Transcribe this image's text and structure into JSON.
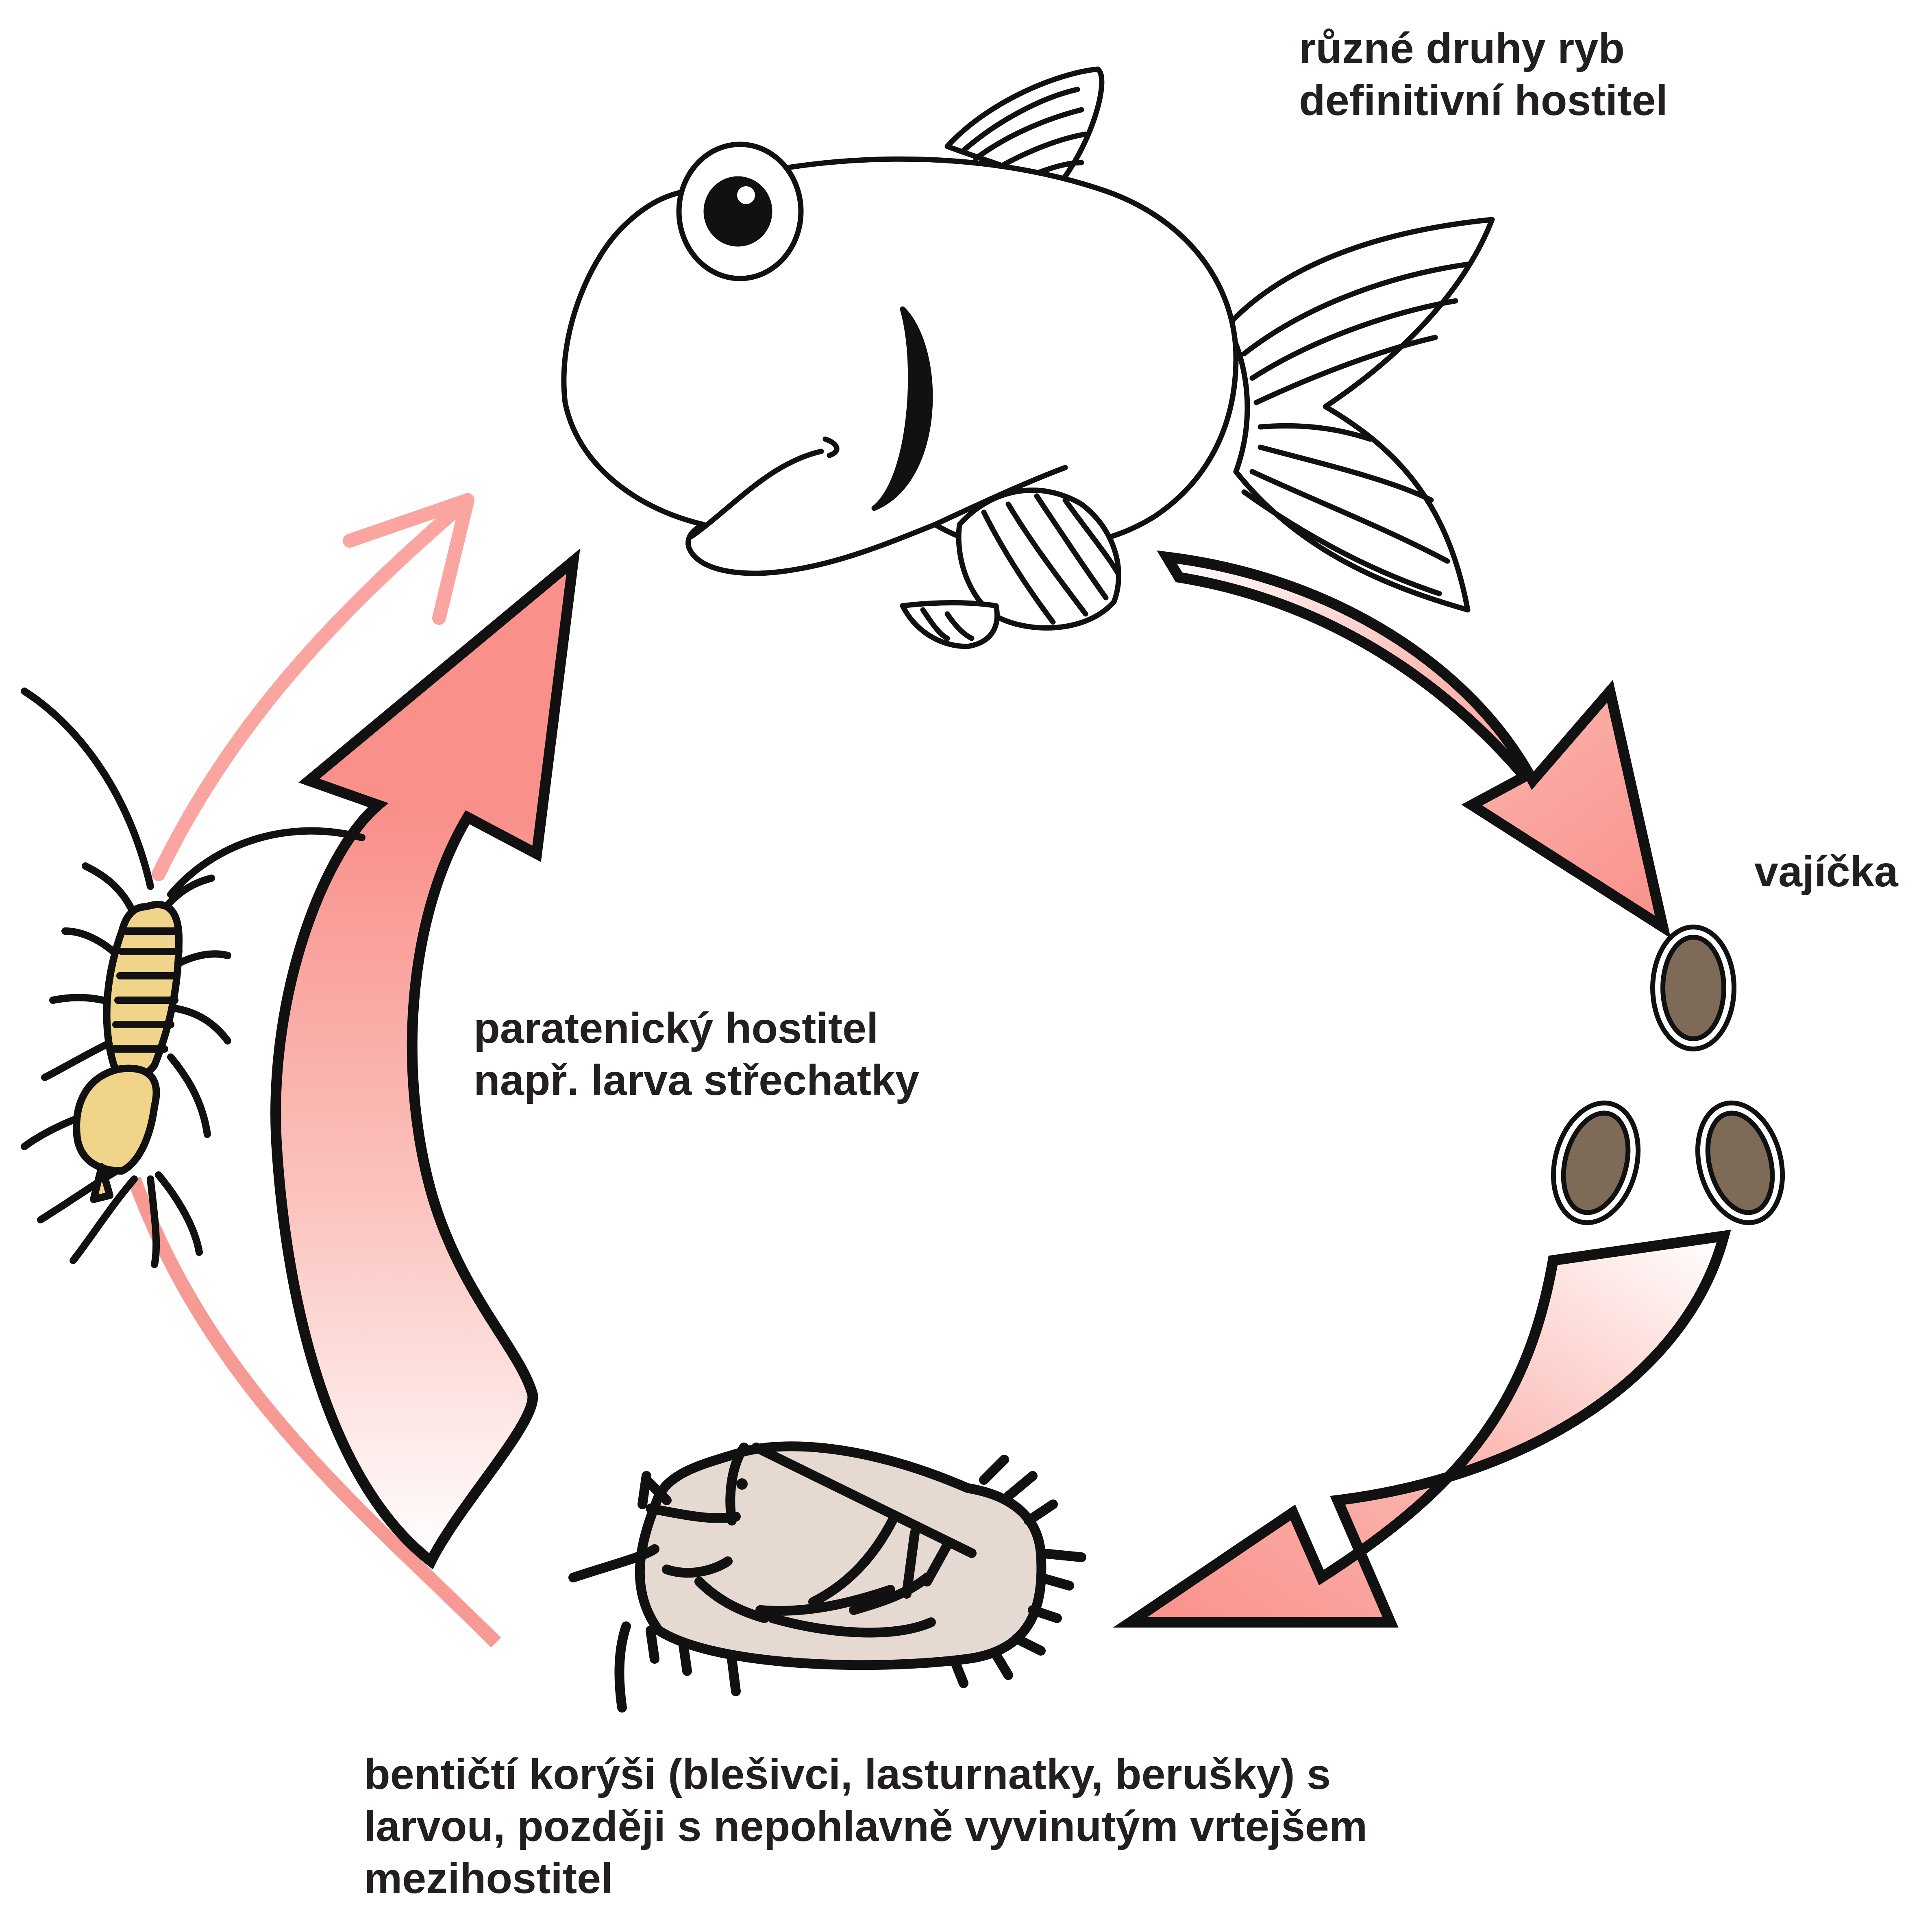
{
  "labels": {
    "definitive_host": {
      "line1": "různé druhy ryb",
      "line2": "definitivní hostitel"
    },
    "eggs": "vajíčka",
    "paratenic_host": {
      "line1": "paratenický hostitel",
      "line2": "např. larva střechatky"
    },
    "intermediate_host": {
      "line1": "bentičtí korýši (blešivci, lasturnatky, berušky) s",
      "line2": "larvou, později s nepohlavně vyvinutým vrtejšem",
      "line3": "mezihostitel"
    }
  },
  "colors": {
    "arrow_fill": "#f9908a",
    "thin_arrow": "#f79a94",
    "outline": "#111111",
    "egg_fill": "#7d6b58",
    "larva_fill": "#f0d48a",
    "crustacean_fill": "#e6d9d2"
  },
  "icons": [
    "fish-icon",
    "egg-icon",
    "crustacean-icon",
    "mayfly-larva-icon"
  ]
}
